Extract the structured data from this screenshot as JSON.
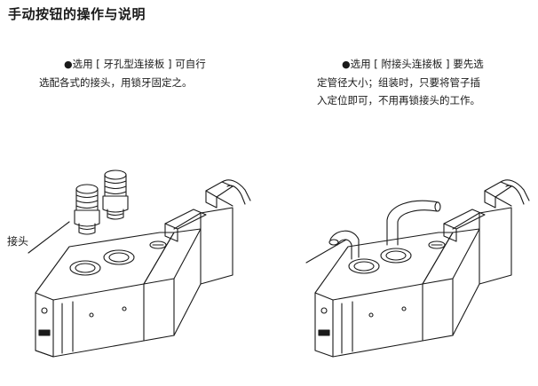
{
  "title": "手动按钮的操作与说明",
  "left_panel": {
    "bullet": "●",
    "caption_line1": "选用 [ 牙孔型连接板 ] 可自行",
    "caption_line2": "选配各式的接头，用锁牙固定之。",
    "label": "接头"
  },
  "right_panel": {
    "bullet": "●",
    "caption_line1": "选用 [ 附接头连接板 ] 要先选",
    "caption_line2": "定管径大小；组装时，只要将管子插",
    "caption_line3": "入定位即可，不用再锁接头的工作。"
  },
  "colors": {
    "line": "#1a1a1a",
    "background": "#ffffff"
  }
}
